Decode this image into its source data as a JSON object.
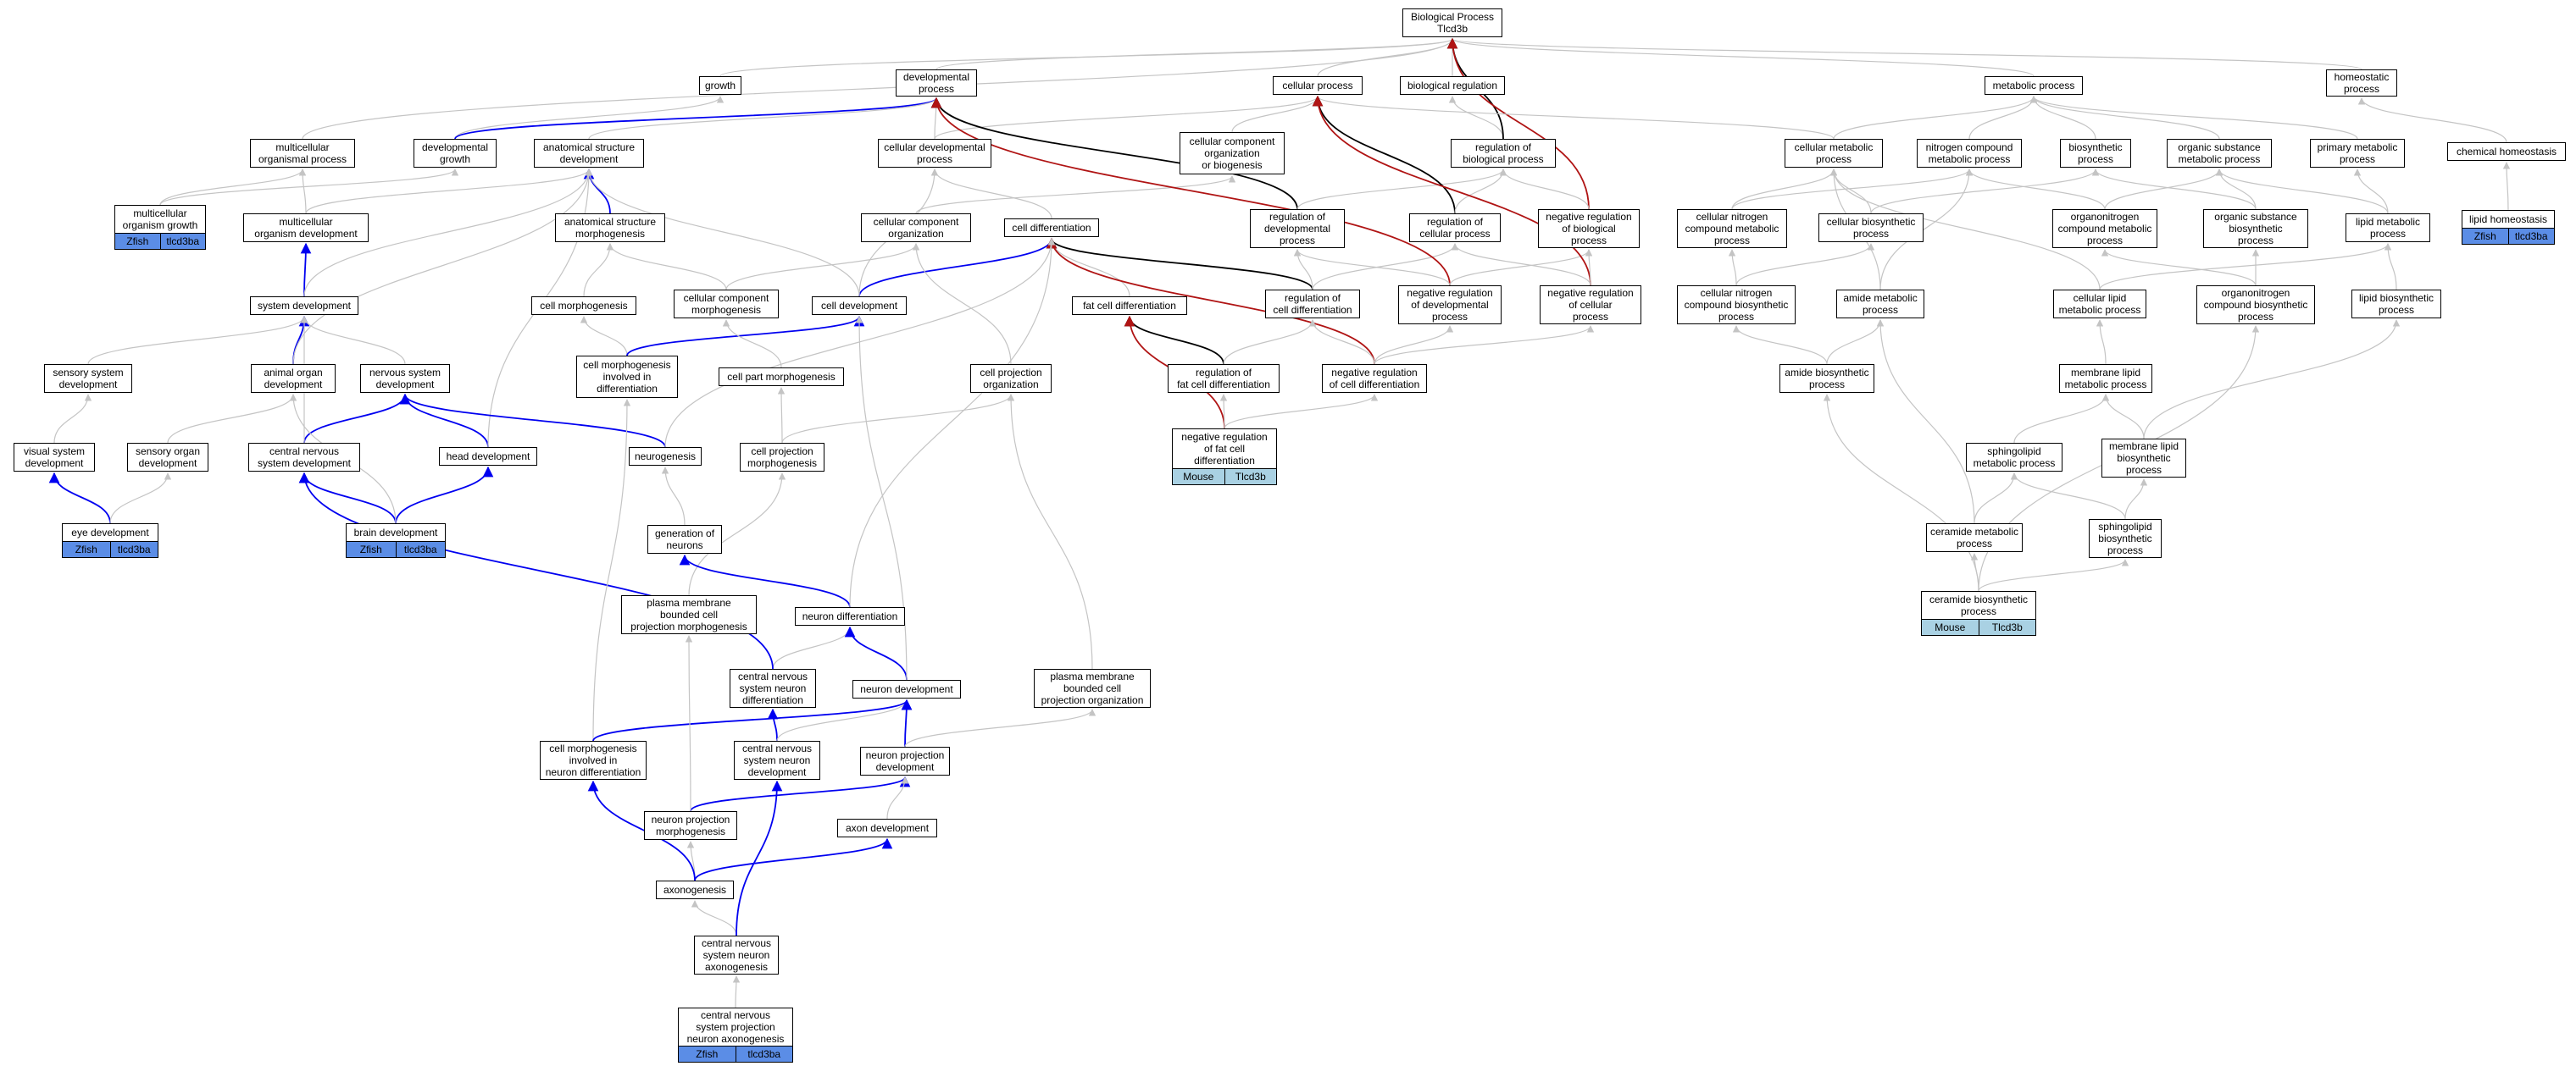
{
  "colors": {
    "is_a": "#c4c4c4",
    "part_of": "#0000f0",
    "regulates": "#000000",
    "negatively_regulates": "#b01414",
    "zfish_annotation": "#5b8de6",
    "mouse_annotation": "#a9d1e3"
  },
  "nodes": {
    "root": "Biological Process\nTlcd3b",
    "growth": "growth",
    "dev_process": "developmental\nprocess",
    "cell_process": "cellular process",
    "bio_reg": "biological regulation",
    "metabolic": "metabolic process",
    "homeostatic": "homeostatic\nprocess",
    "multi_proc": "multicellular\norganismal process",
    "dev_growth": "developmental\ngrowth",
    "anat_dev": "anatomical structure\ndevelopment",
    "cell_dev_proc": "cellular developmental\nprocess",
    "ccob": "cellular component\norganization\nor biogenesis",
    "reg_bio": "regulation of\nbiological process",
    "cell_met": "cellular metabolic\nprocess",
    "nitro_met": "nitrogen compound\nmetabolic process",
    "biosyn": "biosynthetic\nprocess",
    "org_sub_met": "organic substance\nmetabolic process",
    "prim_met": "primary metabolic\nprocess",
    "chem_homeo": "chemical homeostasis",
    "multi_growth": "multicellular\norganism growth",
    "multi_dev": "multicellular\norganism development",
    "anat_morph": "anatomical structure\nmorphogenesis",
    "cco": "cellular component\norganization",
    "cell_diff": "cell differentiation",
    "reg_dev": "regulation of\ndevelopmental\nprocess",
    "reg_cell": "regulation of\ncellular process",
    "neg_reg_bio": "negative regulation\nof biological\nprocess",
    "cell_nitro_met": "cellular nitrogen\ncompound metabolic\nprocess",
    "cell_biosyn": "cellular biosynthetic\nprocess",
    "organonitro_met": "organonitrogen\ncompound metabolic\nprocess",
    "org_sub_biosyn": "organic substance\nbiosynthetic\nprocess",
    "lipid_met": "lipid metabolic\nprocess",
    "lipid_homeo": "lipid homeostasis",
    "system_dev": "system development",
    "cell_morph": "cell morphogenesis",
    "cc_morph": "cellular component\nmorphogenesis",
    "cell_development": "cell development",
    "fat_diff": "fat cell differentiation",
    "reg_cell_diff": "regulation of\ncell differentiation",
    "neg_reg_dev": "negative regulation\nof developmental\nprocess",
    "neg_reg_cell": "negative regulation\nof cellular\nprocess",
    "cell_nitro_biosyn": "cellular nitrogen\ncompound biosynthetic\nprocess",
    "amide_met": "amide metabolic\nprocess",
    "cell_lipid_met": "cellular lipid\nmetabolic process",
    "organonitro_biosyn": "organonitrogen\ncompound biosynthetic\nprocess",
    "lipid_biosyn": "lipid biosynthetic\nprocess",
    "sensory_sys": "sensory system\ndevelopment",
    "animal_organ": "animal organ\ndevelopment",
    "nervous_sys": "nervous system\ndevelopment",
    "cell_morph_diff": "cell morphogenesis\ninvolved in\ndifferentiation",
    "cell_part_morph": "cell part morphogenesis",
    "cell_proj_org": "cell projection\norganization",
    "reg_fat_diff": "regulation of\nfat cell differentiation",
    "neg_reg_cell_diff": "negative regulation\nof cell differentiation",
    "amide_biosyn": "amide biosynthetic\nprocess",
    "mem_lipid_met": "membrane lipid\nmetabolic process",
    "visual_sys": "visual system\ndevelopment",
    "sensory_organ": "sensory organ\ndevelopment",
    "cns_dev": "central nervous\nsystem development",
    "head_dev": "head development",
    "neurogenesis": "neurogenesis",
    "cell_proj_morph": "cell projection\nmorphogenesis",
    "neg_reg_fat": "negative regulation\nof fat cell\ndifferentiation",
    "sphingo_met": "sphingolipid\nmetabolic process",
    "mem_lipid_biosyn": "membrane lipid\nbiosynthetic\nprocess",
    "eye_dev": "eye development",
    "brain_dev": "brain development",
    "gen_neurons": "generation of\nneurons",
    "ceramide_met": "ceramide metabolic\nprocess",
    "sphingo_biosyn": "sphingolipid\nbiosynthetic\nprocess",
    "pmb_morph": "plasma membrane\nbounded cell\nprojection morphogenesis",
    "neuron_diff": "neuron differentiation",
    "ceramide_biosyn": "ceramide biosynthetic\nprocess",
    "cns_neuron_diff": "central nervous\nsystem neuron\ndifferentiation",
    "neuron_dev": "neuron development",
    "pmb_org": "plasma membrane\nbounded cell\nprojection organization",
    "cm_neuron_diff": "cell morphogenesis\ninvolved in\nneuron differentiation",
    "cns_neuron_dev": "central nervous\nsystem neuron\ndevelopment",
    "neuron_proj_dev": "neuron projection\ndevelopment",
    "neuron_proj_morph": "neuron projection\nmorphogenesis",
    "axon_dev": "axon development",
    "axonogenesis": "axonogenesis",
    "cns_axono": "central nervous\nsystem neuron\naxonogenesis",
    "cns_proj_axono": "central nervous\nsystem projection\nneuron axonogenesis"
  },
  "annotations": {
    "multi_growth": [
      "Zfish",
      "tlcd3ba"
    ],
    "lipid_homeo": [
      "Zfish",
      "tlcd3ba"
    ],
    "eye_dev": [
      "Zfish",
      "tlcd3ba"
    ],
    "brain_dev": [
      "Zfish",
      "tlcd3ba"
    ],
    "neg_reg_fat": [
      "Mouse",
      "Tlcd3b"
    ],
    "ceramide_biosyn": [
      "Mouse",
      "Tlcd3b"
    ],
    "cns_proj_axono": [
      "Zfish",
      "tlcd3ba"
    ]
  }
}
